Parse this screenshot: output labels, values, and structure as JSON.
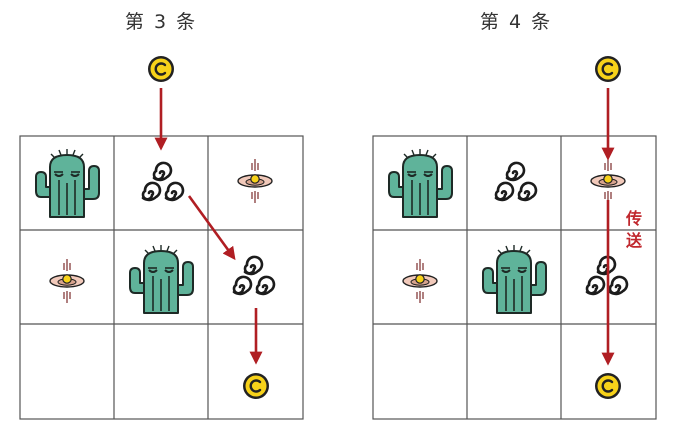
{
  "panels": [
    {
      "title": "第 3 条"
    },
    {
      "title": "第 4 条",
      "annotation": [
        "传",
        "送"
      ]
    }
  ],
  "icons": {
    "coin": "coin-icon",
    "cactus": "cactus-icon",
    "swirl": "swirl-icon",
    "portal": "portal-icon"
  },
  "colors": {
    "arrow": "#b01e23",
    "label": "#c0272d",
    "grid": "#555555",
    "cactus": "#5fb39a",
    "coin": "#f7d21a"
  }
}
